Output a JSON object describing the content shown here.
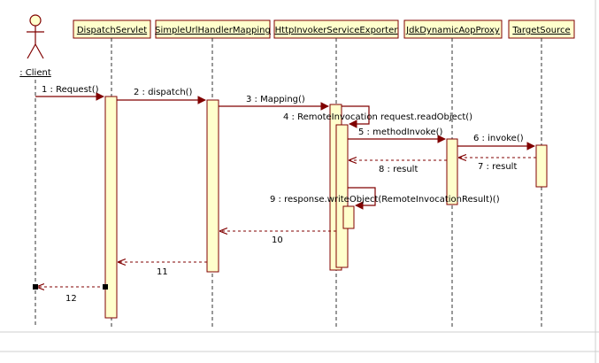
{
  "colors": {
    "box_fill": "#ffffcc",
    "box_stroke": "#800000",
    "arrow": "#800000",
    "lifeline": "#333333",
    "grid": "#cfcfcf"
  },
  "participants": [
    {
      "id": "client",
      "label": ": Client",
      "kind": "actor"
    },
    {
      "id": "dispatch",
      "label": "DispatchServlet",
      "kind": "object"
    },
    {
      "id": "simpleurl",
      "label": "SimpleUrlHandlerMapping",
      "kind": "object"
    },
    {
      "id": "invoker",
      "label": "HttpInvokerServiceExporter",
      "kind": "object"
    },
    {
      "id": "jdkproxy",
      "label": "JdkDynamicAopProxy",
      "kind": "object"
    },
    {
      "id": "target",
      "label": "TargetSource",
      "kind": "object"
    }
  ],
  "messages": [
    {
      "label": "1 : Request()",
      "from": "client",
      "to": "dispatch",
      "type": "sync"
    },
    {
      "label": "2 : dispatch()",
      "from": "dispatch",
      "to": "simpleurl",
      "type": "sync"
    },
    {
      "label": "3 : Mapping()",
      "from": "simpleurl",
      "to": "invoker",
      "type": "sync"
    },
    {
      "label": "4 : RemoteInvocation request.readObject()",
      "from": "invoker",
      "to": "invoker",
      "type": "self"
    },
    {
      "label": "5 : methodInvoke()",
      "from": "invoker",
      "to": "jdkproxy",
      "type": "sync"
    },
    {
      "label": "6 : invoke()",
      "from": "jdkproxy",
      "to": "target",
      "type": "sync"
    },
    {
      "label": "7 : result",
      "from": "target",
      "to": "jdkproxy",
      "type": "return"
    },
    {
      "label": "8 : result",
      "from": "jdkproxy",
      "to": "invoker",
      "type": "return"
    },
    {
      "label": "9 : response.writeObject(RemoteInvocationResult)()",
      "from": "invoker",
      "to": "invoker",
      "type": "self"
    },
    {
      "label": "10",
      "from": "invoker",
      "to": "simpleurl",
      "type": "return"
    },
    {
      "label": "11",
      "from": "simpleurl",
      "to": "dispatch",
      "type": "return"
    },
    {
      "label": "12",
      "from": "dispatch",
      "to": "client",
      "type": "return"
    }
  ]
}
